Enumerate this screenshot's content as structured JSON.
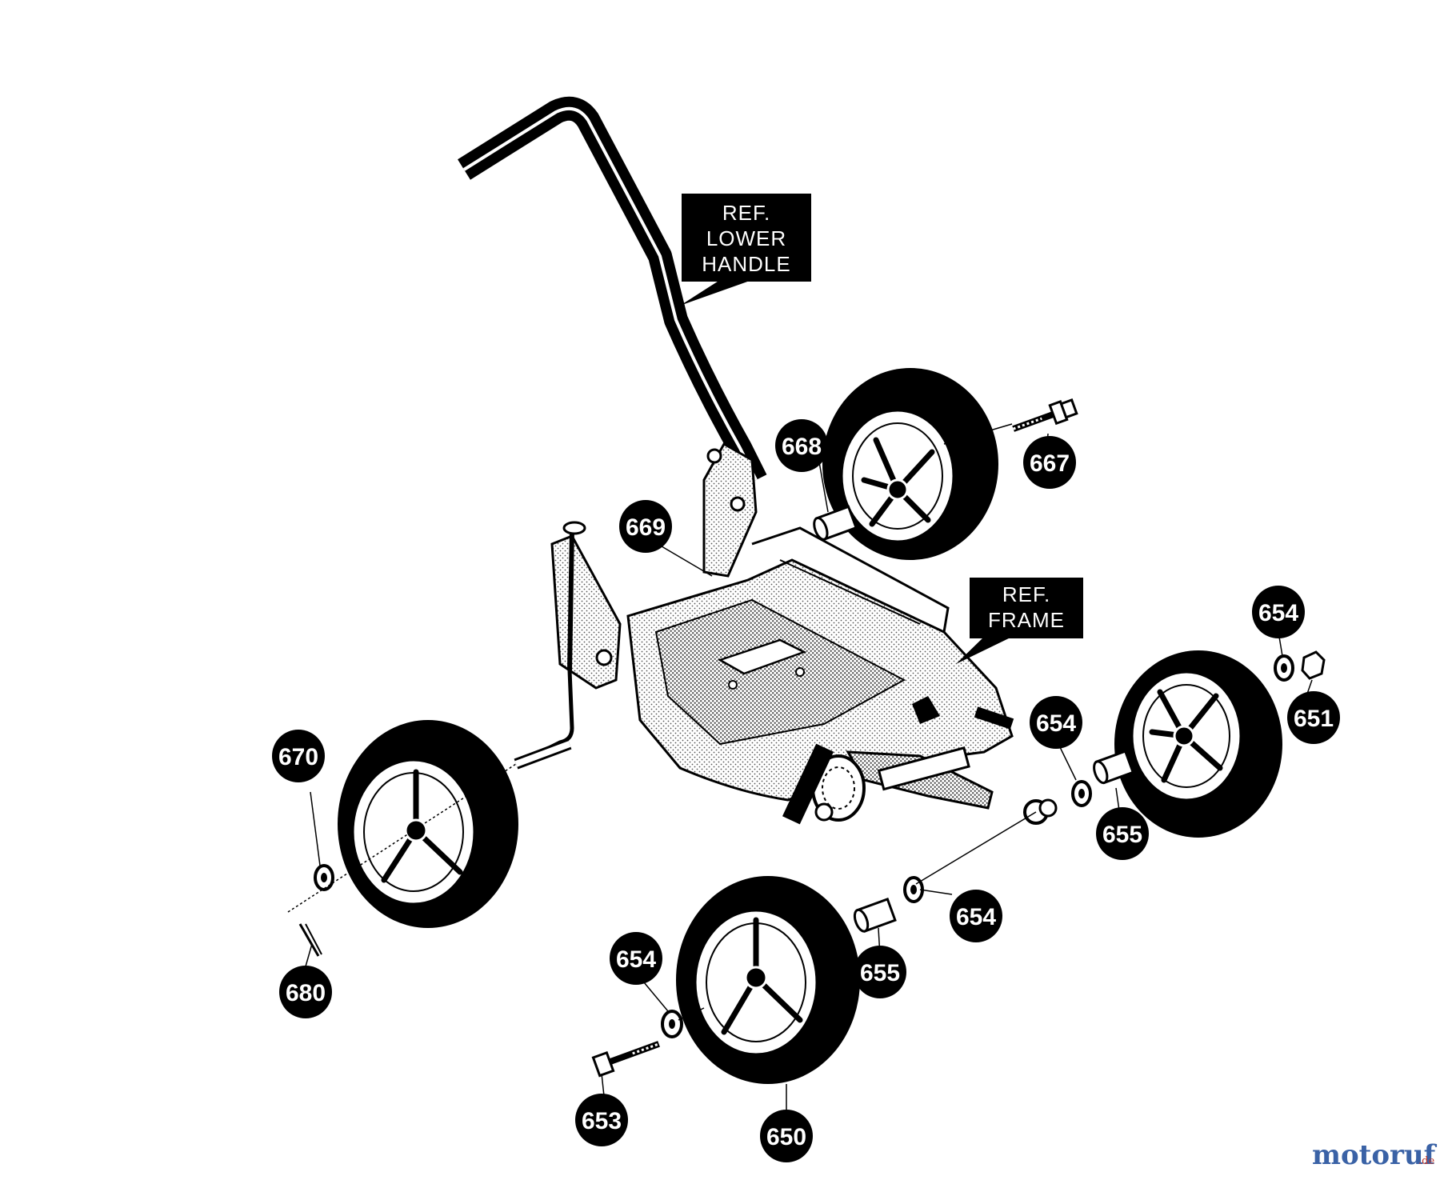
{
  "diagram": {
    "refs": {
      "lower_handle": [
        "REF.",
        "LOWER",
        "HANDLE"
      ],
      "frame": [
        "REF.",
        "FRAME"
      ]
    },
    "callouts": {
      "c667": "667",
      "c668": "668",
      "c669": "669",
      "c670": "670",
      "c680": "680",
      "c654_a": "654",
      "c651": "651",
      "c654_b": "654",
      "c655_a": "655",
      "c654_c": "654",
      "c655_b": "655",
      "c654_d": "654",
      "c653": "653",
      "c650": "650"
    },
    "watermark": {
      "brand": "motoruf",
      "tld": ".de"
    }
  }
}
